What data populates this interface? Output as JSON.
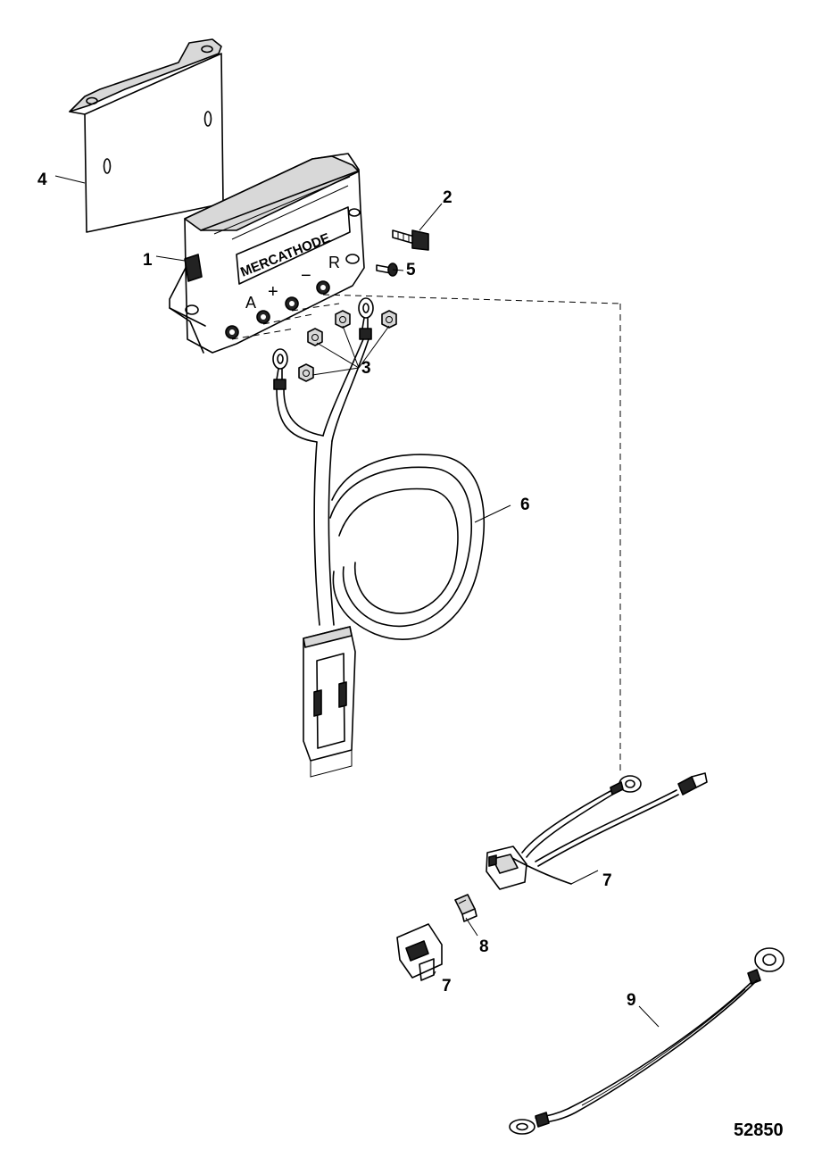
{
  "diagram": {
    "figure_number": "52850",
    "module_label": "MERCATHODE",
    "terminal_labels": [
      "A",
      "+",
      "−",
      "R"
    ],
    "callouts": [
      "1",
      "2",
      "3",
      "4",
      "5",
      "6",
      "7",
      "7",
      "8",
      "9"
    ]
  }
}
